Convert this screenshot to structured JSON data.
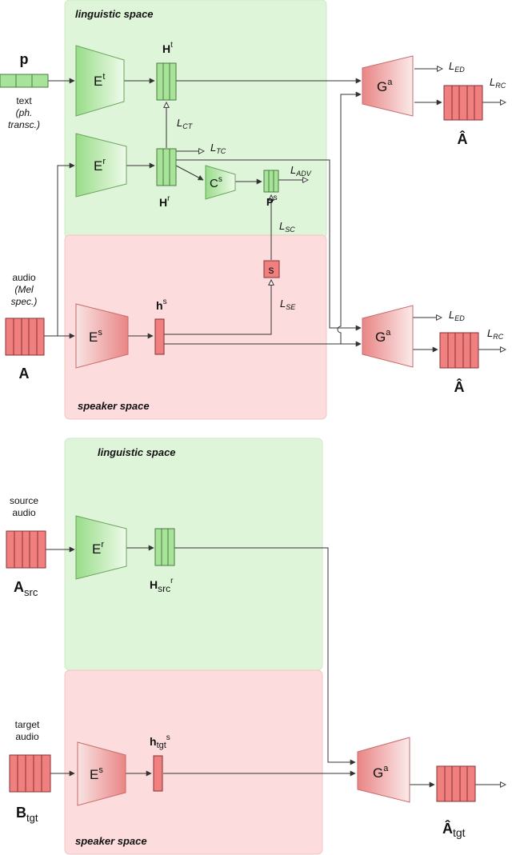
{
  "colors": {
    "green_region": "#dff5d9",
    "green_region_border": "#cfe9c7",
    "red_region": "#fcdcdc",
    "red_region_border": "#f2c4c4",
    "green_module": "#a8e39a",
    "red_module": "#f08080",
    "line": "#333333"
  },
  "top": {
    "linguistic_space": "linguistic space",
    "speaker_space": "speaker space",
    "text_input": {
      "symbol": "p",
      "label_1": "text",
      "label_2": "(ph.",
      "label_3": "transc.)"
    },
    "audio_input": {
      "symbol": "A",
      "label_1": "audio",
      "label_2": "(Mel",
      "label_3": "spec.)"
    },
    "encoders": {
      "text": {
        "base": "E",
        "sup": "t"
      },
      "residual": {
        "base": "E",
        "sup": "r"
      },
      "speaker": {
        "base": "E",
        "sup": "s"
      }
    },
    "classifier": {
      "base": "C",
      "sup": "s"
    },
    "speaker_id": "s",
    "embeddings": {
      "Ht": {
        "base": "H",
        "sup": "t"
      },
      "Hr": {
        "base": "H",
        "sup": "r"
      },
      "Ps": {
        "base": "P",
        "sup": "s"
      },
      "hs": {
        "base": "h",
        "sup": "s"
      }
    },
    "decoders": {
      "base": "G",
      "sup": "a"
    },
    "losses": {
      "ct": {
        "L": "L",
        "sub": "CT"
      },
      "tc": {
        "L": "L",
        "sub": "TC"
      },
      "adv": {
        "L": "L",
        "sub": "ADV"
      },
      "sc": {
        "L": "L",
        "sub": "SC"
      },
      "se": {
        "L": "L",
        "sub": "SE"
      },
      "ed1": {
        "L": "L",
        "sub": "ED"
      },
      "rc1": {
        "L": "L",
        "sub": "RC"
      },
      "ed2": {
        "L": "L",
        "sub": "ED"
      },
      "rc2": {
        "L": "L",
        "sub": "RC"
      }
    },
    "outputs": {
      "symbol": "Â"
    }
  },
  "bottom": {
    "linguistic_space": "linguistic space",
    "speaker_space": "speaker space",
    "source_audio": {
      "label_1": "source",
      "label_2": "audio",
      "base": "A",
      "sub": "src"
    },
    "target_audio": {
      "label_1": "target",
      "label_2": "audio",
      "base": "B",
      "sub": "tgt"
    },
    "encoder_r": {
      "base": "E",
      "sup": "r"
    },
    "encoder_s": {
      "base": "E",
      "sup": "s"
    },
    "H_src": {
      "base": "H",
      "sub": "src",
      "sup": "r"
    },
    "h_tgt": {
      "base": "h",
      "sub": "tgt",
      "sup": "s"
    },
    "decoder": {
      "base": "G",
      "sup": "a"
    },
    "output": {
      "base": "Â",
      "sub": "tgt"
    }
  }
}
